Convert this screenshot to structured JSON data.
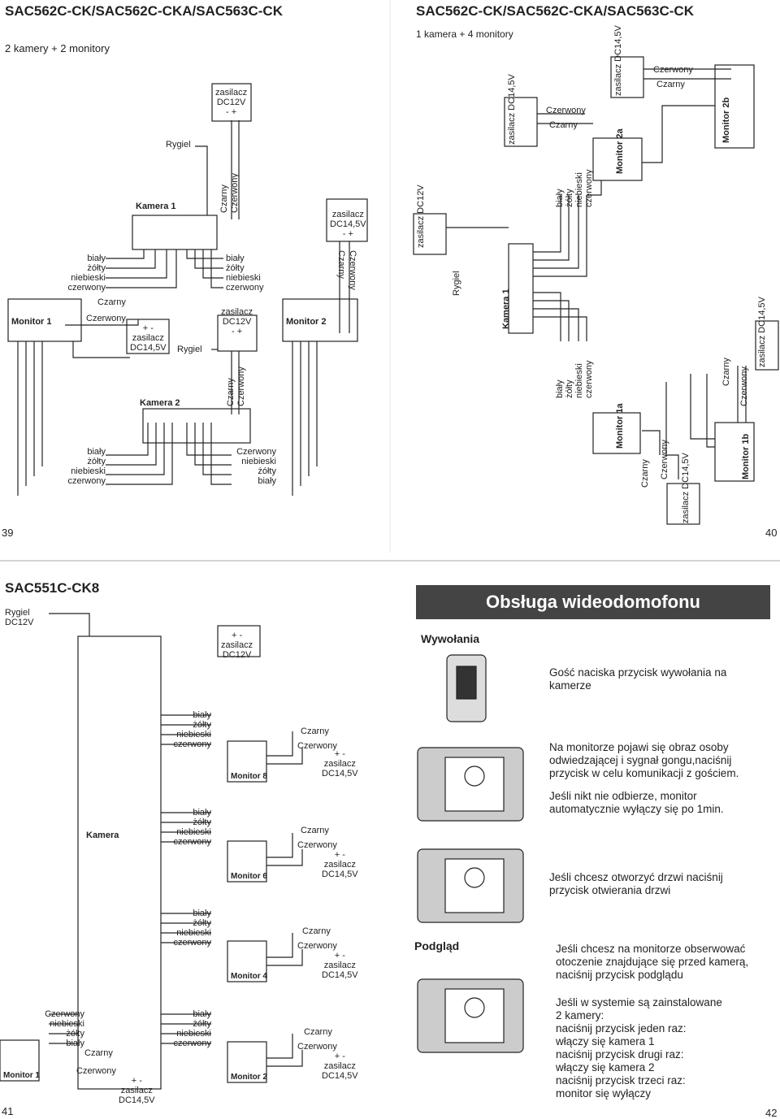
{
  "p39": {
    "title": "SAC562C-CK/SAC562C-CKA/SAC563C-CK",
    "subtitle": "2 kamery + 2 monitory",
    "page_num": "39",
    "kamera1": "Kamera 1",
    "kamera2": "Kamera 2",
    "monitor1": "Monitor 1",
    "monitor2": "Monitor 2",
    "rygiel": "Rygiel",
    "psu12": [
      "zasilacz",
      "DC12V",
      "-  +"
    ],
    "psu14": [
      "zasilacz",
      "DC14,5V",
      "-  +"
    ],
    "psu14b": [
      "+  -",
      "zasilacz",
      "DC14,5V"
    ],
    "wires4": [
      "biały",
      "żółty",
      "niebieski",
      "czerwony"
    ],
    "wires4r": [
      "Czerwony",
      "niebieski",
      "żółty",
      "biały"
    ],
    "czarny": "Czarny",
    "czerwony": "Czerwony"
  },
  "p40": {
    "title": "SAC562C-CK/SAC562C-CKA/SAC563C-CK",
    "subtitle": "1 kamera + 4 monitory",
    "page_num": "40",
    "kamera1": "Kamera 1",
    "monitor1a": "Monitor 1a",
    "monitor1b": "Monitor 1b",
    "monitor2a": "Monitor 2a",
    "monitor2b": "Monitor 2b",
    "rygiel": "Rygiel",
    "zasilacz": "zasilacz",
    "dc12": "DC12V",
    "dc14": "DC14,5V",
    "wires4": [
      "biały",
      "żółty",
      "niebieski",
      "czerwony"
    ],
    "czarny": "Czarny",
    "czerwony": "Czerwony"
  },
  "p41": {
    "title": "SAC551C-CK8",
    "page_num": "41",
    "rygiel": [
      "Rygiel",
      "DC12V"
    ],
    "psu12": [
      "+  -",
      "zasilacz",
      "DC12V"
    ],
    "kamera": "Kamera",
    "monitors": [
      "Monitor 8",
      "Monitor 6",
      "Monitor 4",
      "Monitor 2",
      "Monitor 1"
    ],
    "wires4": [
      "biały",
      "żółty",
      "niebieski",
      "czerwony"
    ],
    "wires4r": [
      "Czerwony",
      "niebieski",
      "żółty",
      "biały"
    ],
    "psu14": [
      "+  -",
      "zasilacz",
      "DC14,5V"
    ],
    "czarny": "Czarny",
    "czerwony": "Czerwony"
  },
  "p42": {
    "banner": "Obsługa wideodomofonu",
    "page_num": "42",
    "wywolania": "Wywołania",
    "podglad": "Podgląd",
    "n1": [
      "Gość naciska przycisk wywołania na",
      "kamerze"
    ],
    "n2": [
      "Na monitorze pojawi się obraz osoby",
      "odwiedzającej i sygnał gongu,naciśnij",
      "przycisk       w celu komunikacji z gościem."
    ],
    "n3": [
      "Jeśli nikt nie odbierze, monitor",
      "automatycznie wyłączy się po 1min."
    ],
    "n4": [
      "Jeśli chcesz otworzyć drzwi naciśnij",
      "przycisk otwierania drzwi"
    ],
    "n5": [
      "Jeśli chcesz na monitorze obserwować",
      "otoczenie znajdujące się przed kamerą,",
      "naciśnij przycisk podglądu"
    ],
    "n6": [
      "Jeśli w systemie są zainstalowane",
      "2 kamery:",
      "naciśnij przycisk        jeden raz:",
      "włączy się kamera 1",
      "naciśnij przycisk       drugi raz:",
      "włączy się kamera 2",
      "naciśnij przycisk       trzeci raz:",
      "monitor się wyłączy"
    ]
  }
}
